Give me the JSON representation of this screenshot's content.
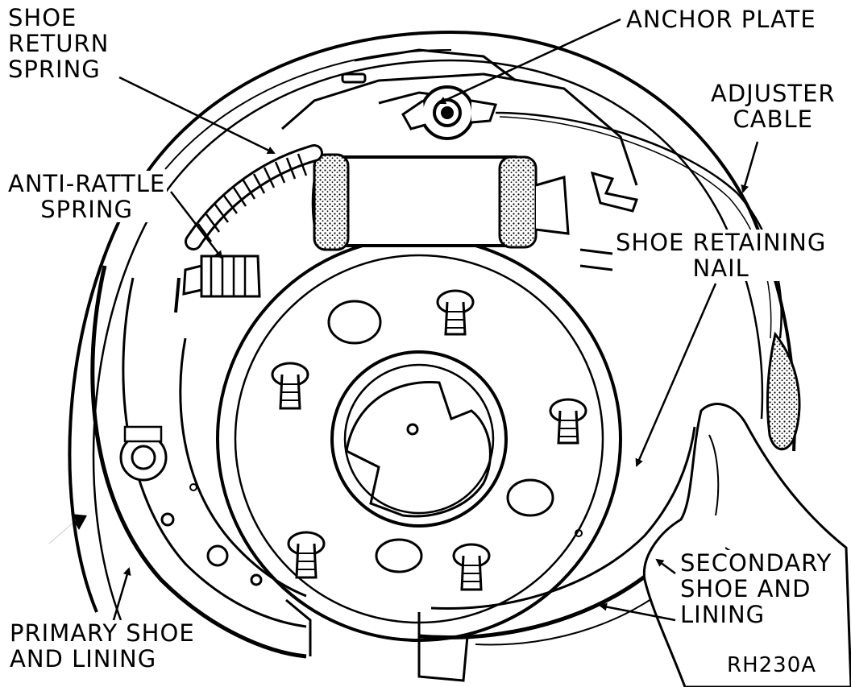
{
  "labels": {
    "shoe_return_spring": [
      "SHOE",
      "RETURN",
      "SPRING"
    ],
    "anchor_plate": [
      "ANCHOR PLATE"
    ],
    "adjuster_cable": [
      "ADJUSTER",
      "CABLE"
    ],
    "anti_rattle_spring": [
      "ANTI-RATTLE",
      "SPRING"
    ],
    "shoe_retaining_nail": [
      "SHOE RETAINING",
      "NAIL"
    ],
    "secondary_shoe_and_lining": [
      "SECONDARY",
      "SHOE AND",
      "LINING"
    ],
    "primary_shoe_and_lining": [
      "PRIMARY SHOE",
      "AND LINING"
    ]
  },
  "figure_code": "RH230A",
  "colors": {
    "ink": "#000000",
    "paper": "#ffffff",
    "shade": "#555555"
  }
}
